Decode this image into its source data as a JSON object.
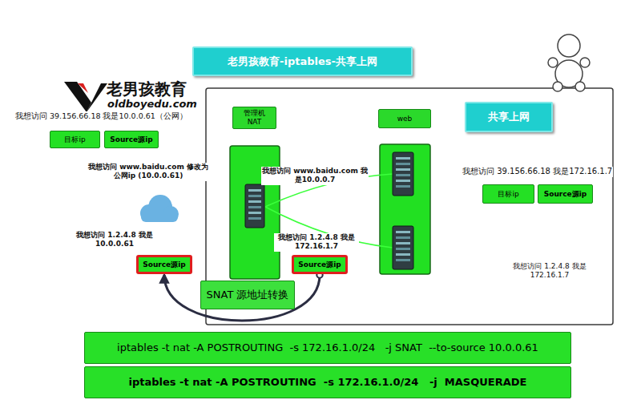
{
  "diagram": {
    "title": "老男孩教育-iptables-共享上网",
    "nodes": [
      {
        "text": [
          "老男孩教育-iptables-共享上网"
        ]
      },
      {
        "text": [
          "目标ip"
        ]
      },
      {
        "text": [
          "Source源ip"
        ]
      },
      {
        "text": [
          "管理机 NAT"
        ]
      },
      {
        "text": [
          "web"
        ]
      },
      {
        "text": [
          "共享上网"
        ]
      },
      {
        "text": [
          "目标ip"
        ]
      },
      {
        "text": [
          "Source源ip"
        ]
      },
      {
        "text": [
          "Source源ip"
        ]
      },
      {
        "text": [
          "Source源ip"
        ]
      },
      {
        "text": [
          "SNAT 源地址转换"
        ]
      },
      {
        "text": [
          "iptables -t nat -A POSTROUTING  -s 172.16.1.0/24   -j SNAT  --to-source 10.0.0.61"
        ]
      },
      {
        "text": [
          "iptables -t nat -A POSTROUTING  -s 172.16.1.0/24   -j  MASQUERADE"
        ]
      }
    ],
    "edges": [
      {
        "from": 9,
        "to": 8,
        "arrow": "to"
      }
    ],
    "labels": [
      "老男孩教育",
      "oldboyedu.com",
      "我想访问 39.156.66.18 我是10.0.0.61（公网）",
      "我想访问 www.baidu.com 修改为 公网ip (10.0.0.61)",
      "我想访问 www.baidu.com 我是10.0.0.7",
      "我想访问 39.156.66.18 我是172.16.1.7",
      "我想访问 1.2.4.8 我是 10.0.0.61",
      "我想访问 1.2.4.8 我是 172.16.1.7",
      "我想访问 1.2.4.8 我是 172.16.1.7"
    ]
  }
}
